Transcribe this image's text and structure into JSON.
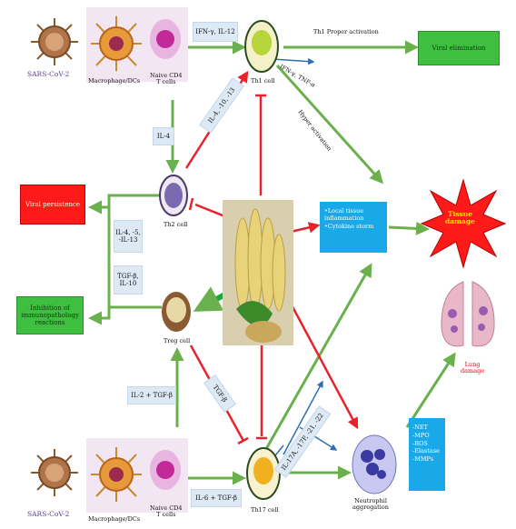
{
  "virus_top": "SARS-CoV-2",
  "virus_bottom": "SARS-CoV-2",
  "macrophage_top": "Macrophage/DCs",
  "macrophage_bottom": "Macrophage/DCs",
  "naive_top": "Naive CD4\nT cells",
  "naive_bottom": "Naive CD4\nT cells",
  "cells": {
    "th1": "Th1 cell",
    "th2": "Th2 cell",
    "treg": "Treg cell",
    "th17": "Th17 cell",
    "neutrophil": "Neutrophil\naggregation"
  },
  "cytokines": {
    "ifn_il12": "IFN-γ, IL-12",
    "il4": "IL-4",
    "il4_5_13": "IL-4, -5,\n-IL-13",
    "tgfb_il10": "TGF-β,\nIL-10",
    "il2_tgfb": "IL-2 + TGF-β",
    "il6_tgfb": "IL-6 + TGF-β",
    "th1_diag": "IL-4, -10, -13",
    "ifn_tnf": "IFN-γ, TNF-α",
    "treg_diag": "TGF-β",
    "th17_diag": "IL-17A, -17F, -21, -22"
  },
  "arrows_text": {
    "th1_proper": "Th1 Proper activation",
    "th1_hyper": "Hyper activation"
  },
  "outcomes": {
    "viral_elimination": "Viral elimination",
    "viral_persistence": "Viral persistence",
    "inhibition": "Inhibition of\nimmunopathology\nreactions",
    "tissue_damage": "Tissue\ndamage",
    "lung_damage": "Lung\ndamage"
  },
  "inflammation": [
    "Local tissue inflammation",
    "Cytokine storm"
  ],
  "neutrophil_effects": [
    "-NET",
    "-MPO",
    "-ROS",
    "-Elastase",
    "-MMPs"
  ],
  "colors": {
    "green_arrow": "#6ab04c",
    "red_inhibit": "#e8222a",
    "cyan_box": "#1aa9e8",
    "viral_elim_box": "#3fbf3f",
    "viral_persist_box": "#ff1a1a"
  }
}
